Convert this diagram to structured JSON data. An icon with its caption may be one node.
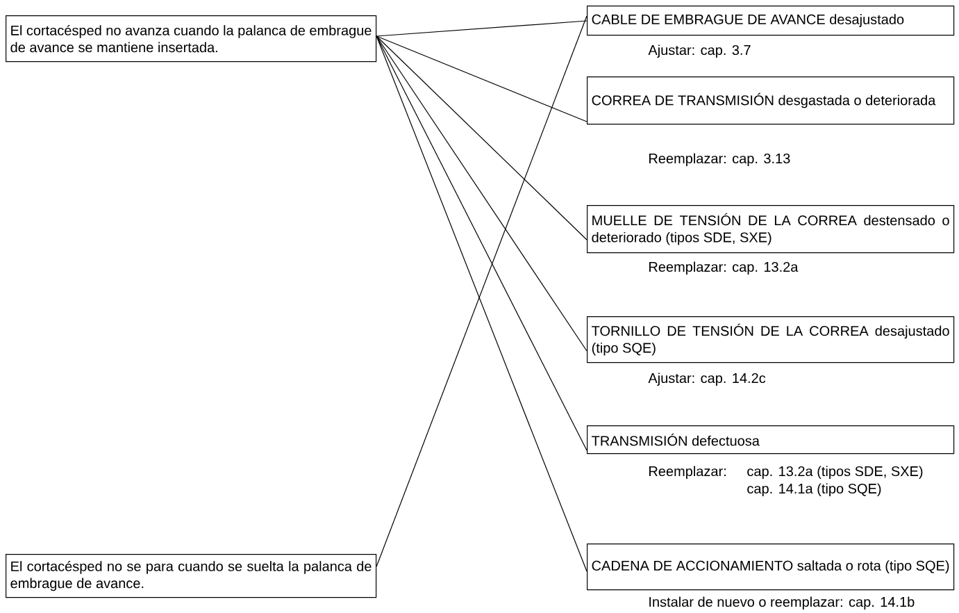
{
  "diagram": {
    "nodes": [
      {
        "text": [
          "El cortacésped no avanza cuando la palanca de embrague de avance se mantiene insertada."
        ]
      },
      {
        "text": [
          "El cortacésped no se para cuando se suelta la palanca de embrague de avance."
        ]
      },
      {
        "text": [
          "CABLE DE EMBRAGUE DE AVANCE desajustado"
        ],
        "beside": [
          "Ajustar: cap. 3.7"
        ]
      },
      {
        "text": [
          "CORREA DE TRANSMISIÓN desgastada o deteriorada"
        ],
        "beside": [
          "Reemplazar: cap. 3.13"
        ]
      },
      {
        "text": [
          "MUELLE DE TENSIÓN DE LA CORREA destensado o deteriorado (tipos SDE, SXE)"
        ],
        "beside": [
          "Reemplazar: cap. 13.2a"
        ]
      },
      {
        "text": [
          "TORNILLO DE TENSIÓN DE LA CORREA desajustado (tipo SQE)"
        ],
        "beside": [
          "Ajustar: cap. 14.2c"
        ]
      },
      {
        "text": [
          "TRANSMISIÓN defectuosa"
        ],
        "beside": [
          "Reemplazar:",
          "cap. 13.2a (tipos SDE, SXE)",
          "cap. 14.1a (tipo SQE)"
        ]
      },
      {
        "text": [
          "CADENA DE ACCIONAMIENTO saltada o rota (tipo SQE)"
        ],
        "beside": [
          "Instalar de nuevo o reemplazar: cap. 14.1b"
        ]
      }
    ],
    "edges": [
      {
        "from": 0,
        "to": 2,
        "arrow": "none"
      },
      {
        "from": 0,
        "to": 3,
        "arrow": "none"
      },
      {
        "from": 0,
        "to": 4,
        "arrow": "none"
      },
      {
        "from": 0,
        "to": 5,
        "arrow": "none"
      },
      {
        "from": 0,
        "to": 6,
        "arrow": "none"
      },
      {
        "from": 0,
        "to": 7,
        "arrow": "none"
      },
      {
        "from": 1,
        "to": 2,
        "arrow": "none"
      }
    ]
  }
}
